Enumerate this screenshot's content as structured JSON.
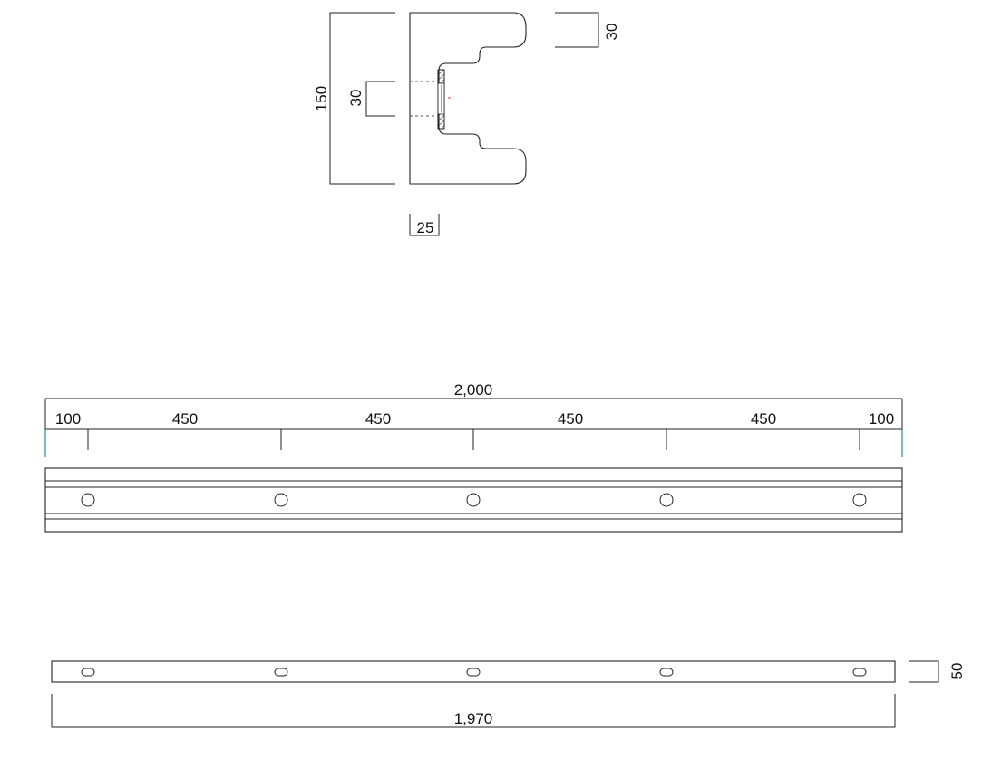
{
  "profile_view": {
    "height_dim": "150",
    "depth_dim": "30",
    "hole_dim": "30",
    "thickness_dim": "25"
  },
  "rail_view": {
    "total_length_dim": "2,000",
    "spacing_dims": [
      "100",
      "450",
      "450",
      "450",
      "450",
      "100"
    ],
    "hole_count": 5
  },
  "strip_view": {
    "length_dim": "1,970",
    "height_dim": "50",
    "slot_count": 5
  }
}
